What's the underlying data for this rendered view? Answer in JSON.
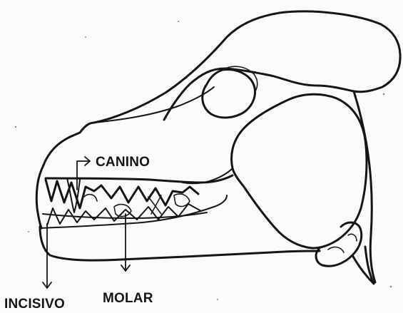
{
  "labels": {
    "canine": "CANINO",
    "incisor": "INCISIVO",
    "molar": "MOLAR"
  },
  "colors": {
    "ink": "#151515",
    "paper": "#fbfbf9"
  }
}
